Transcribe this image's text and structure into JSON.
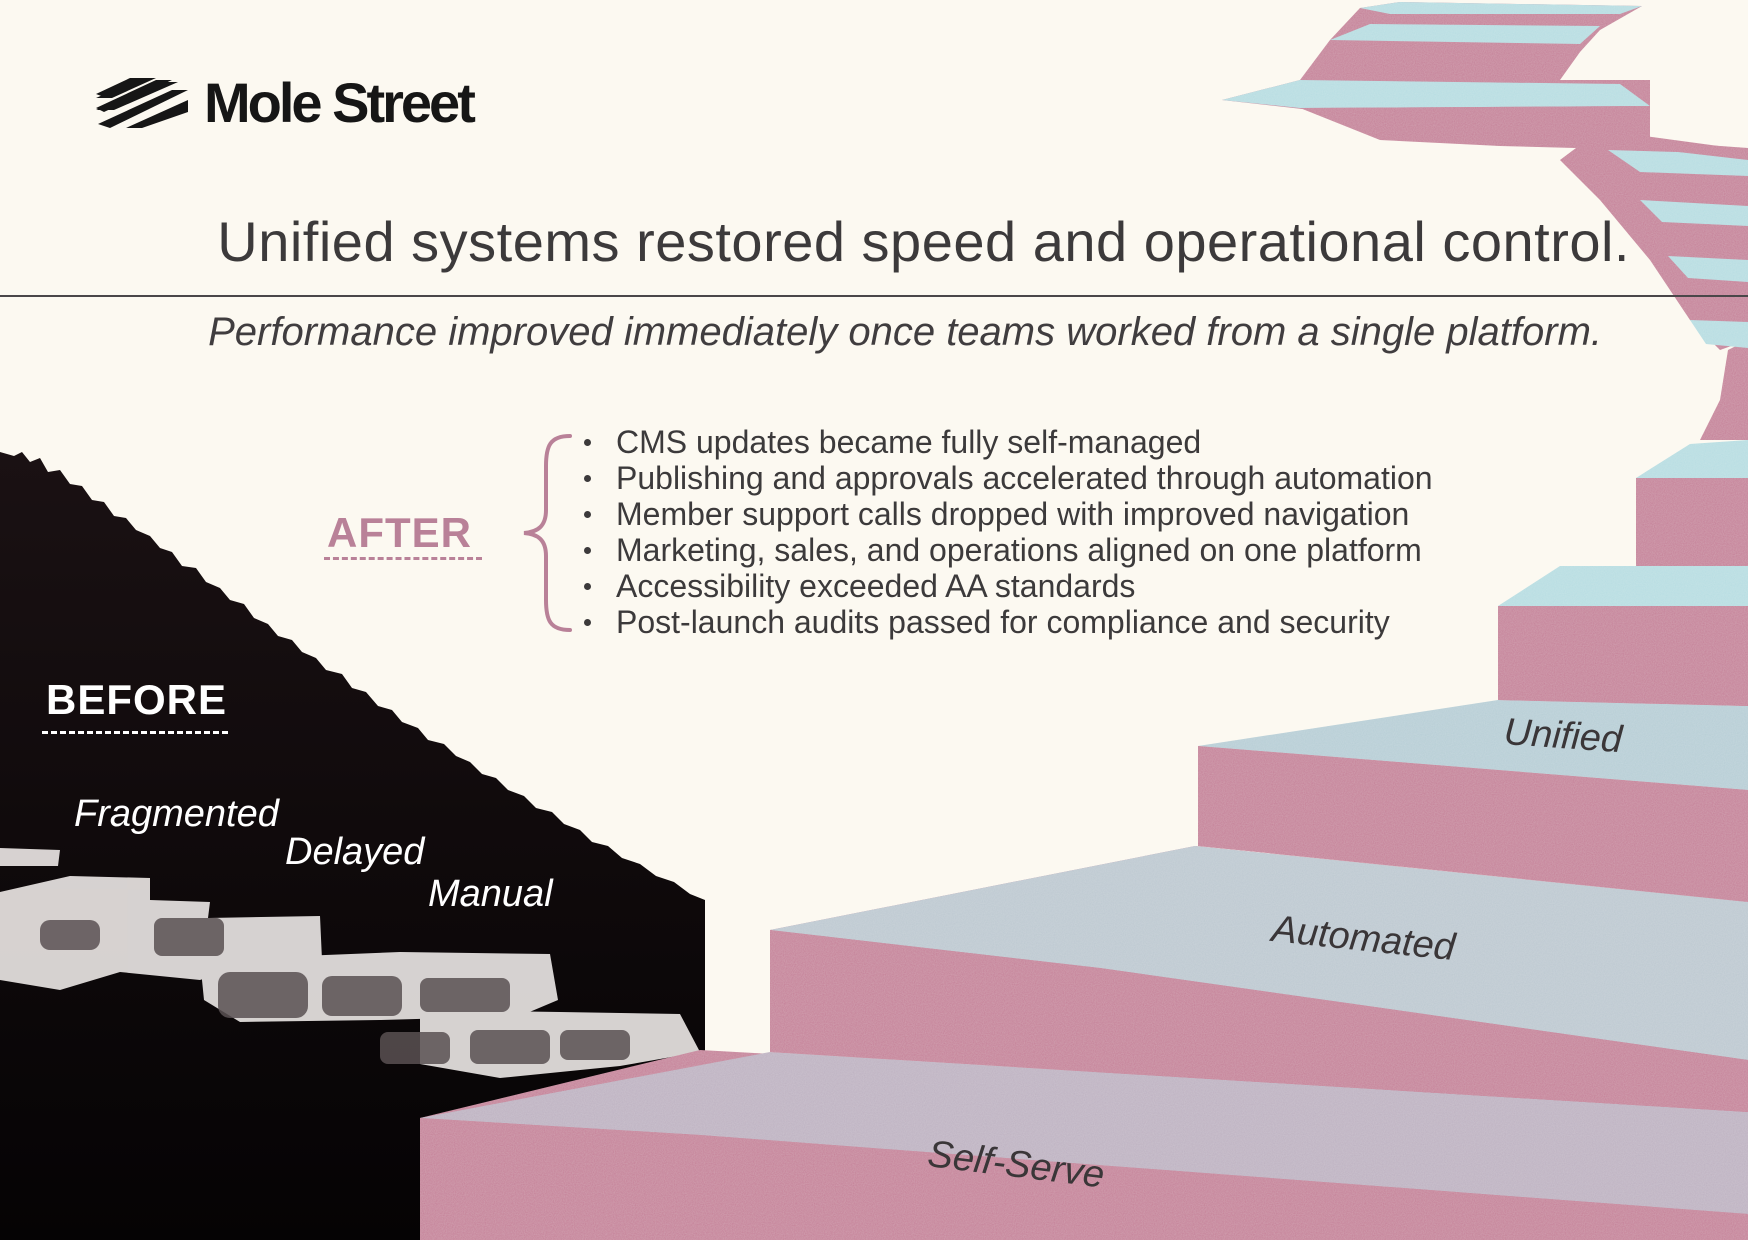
{
  "brand": {
    "name": "Mole Street"
  },
  "headline": "Unified systems restored speed and operational control.",
  "subtitle": "Performance improved immediately once teams worked from a single platform.",
  "after": {
    "label": "AFTER",
    "points": [
      "CMS updates became fully self-managed",
      "Publishing and approvals accelerated through automation",
      "Member support calls dropped with improved navigation",
      "Marketing, sales, and operations aligned on one platform",
      "Accessibility exceeded AA standards",
      "Post-launch audits passed for compliance and security"
    ]
  },
  "before": {
    "label": "BEFORE",
    "words": [
      "Fragmented",
      "Delayed",
      "Manual"
    ]
  },
  "steps": [
    "Self-Serve",
    "Automated",
    "Unified"
  ],
  "colors": {
    "background": "#fcf9f1",
    "accent": "#b98198",
    "step_riser": "#c57f97",
    "step_tread": "#b8dce0",
    "dark": "#120d0e"
  }
}
